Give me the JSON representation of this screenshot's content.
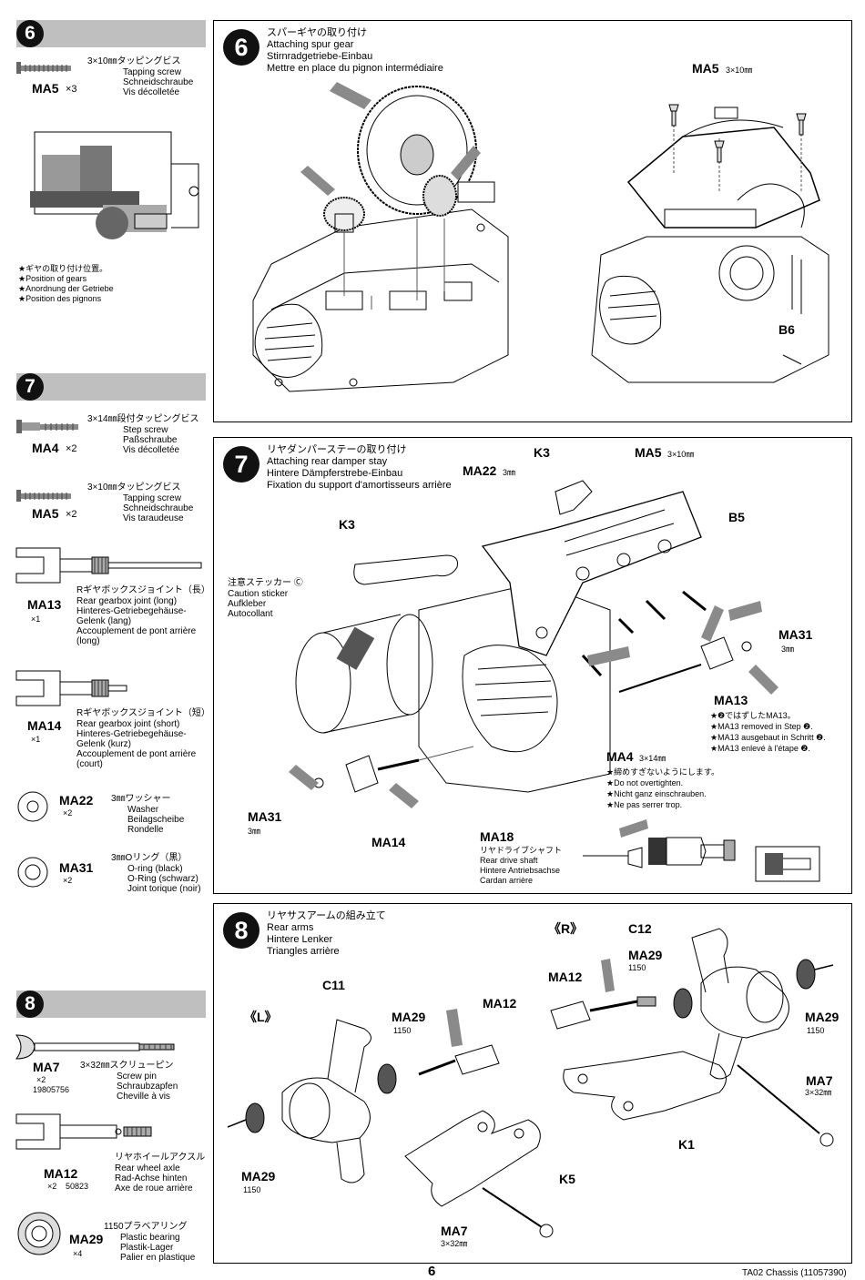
{
  "sidebar": {
    "step6": {
      "number": "6",
      "screw": {
        "jp": "3×10㎜タッピングビス",
        "en": "Tapping screw",
        "de": "Schneidschraube",
        "fr": "Vis décolletée",
        "code": "MA5",
        "qty": "×3"
      },
      "note": [
        "★ギヤの取り付け位置。",
        "★Position of gears",
        "★Anordnung der Getriebe",
        "★Position des pignons"
      ]
    },
    "step7": {
      "number": "7",
      "parts": [
        {
          "code": "MA4",
          "qty": "×2",
          "lines": [
            "3×14㎜段付タッピングビス",
            "Step screw",
            "Paßschraube",
            "Vis décolletée"
          ]
        },
        {
          "code": "MA5",
          "qty": "×2",
          "lines": [
            "3×10㎜タッピングビス",
            "Tapping screw",
            "Schneidschraube",
            "Vis taraudeuse"
          ]
        },
        {
          "code": "MA13",
          "qty": "×1",
          "lines": [
            "Rギヤボックスジョイント（長）",
            "Rear gearbox joint (long)",
            "Hinteres-Getriebegehäuse-",
            "Gelenk (lang)",
            "Accouplement de pont arrière",
            "(long)"
          ]
        },
        {
          "code": "MA14",
          "qty": "×1",
          "lines": [
            "Rギヤボックスジョイント（短）",
            "Rear gearbox joint (short)",
            "Hinteres-Getriebegehäuse-",
            "Gelenk (kurz)",
            "Accouplement de pont arrière",
            "(court)"
          ]
        },
        {
          "code": "MA22",
          "qty": "×2",
          "lines": [
            "3㎜ワッシャー",
            "Washer",
            "Beilagscheibe",
            "Rondelle"
          ]
        },
        {
          "code": "MA31",
          "qty": "×2",
          "lines": [
            "3㎜Oリング（黒）",
            "O-ring (black)",
            "O-Ring (schwarz)",
            "Joint torique (noir)"
          ]
        }
      ]
    },
    "step8": {
      "number": "8",
      "parts": [
        {
          "code": "MA7",
          "qty": "×2",
          "extra": "19805756",
          "lines": [
            "3×32㎜スクリューピン",
            "Screw pin",
            "Schraubzapfen",
            "Cheville à vis"
          ]
        },
        {
          "code": "MA12",
          "qty": "×2",
          "extra": "50823",
          "lines": [
            "リヤホイールアクスル",
            "Rear wheel axle",
            "Rad-Achse hinten",
            "Axe de roue arrière"
          ]
        },
        {
          "code": "MA29",
          "qty": "×4",
          "lines": [
            "1150プラベアリング",
            "Plastic bearing",
            "Plastik-Lager",
            "Palier en plastique"
          ]
        }
      ]
    }
  },
  "panel6": {
    "number": "6",
    "title": [
      "スパーギヤの取り付け",
      "Attaching spur gear",
      "Stirnradgetriebe-Einbau",
      "Mettre en place du pignon intermédiaire"
    ],
    "labels": {
      "ma5": "MA5",
      "ma5_size": "3×10㎜",
      "b6": "B6"
    }
  },
  "panel7": {
    "number": "7",
    "title": [
      "リヤダンパーステーの取り付け",
      "Attaching rear damper stay",
      "Hintere Dämpferstrebe-Einbau",
      "Fixation du support d'amortisseurs arrière"
    ],
    "labels": {
      "k3a": "K3",
      "k3b": "K3",
      "ma22": "MA22",
      "ma22_size": "3㎜",
      "ma5": "MA5",
      "ma5_size": "3×10㎜",
      "b5": "B5",
      "ma31a": "MA31",
      "ma31a_size": "3㎜",
      "ma31b": "MA31",
      "ma31b_size": "3㎜",
      "ma13": "MA13",
      "ma14": "MA14",
      "ma4": "MA4",
      "ma4_size": "3×14㎜",
      "sticker": [
        "注意ステッカー Ⓒ",
        "Caution sticker",
        "Aufkleber",
        "Autocollant"
      ],
      "ma13note": [
        "★❷ではずしたMA13。",
        "★MA13 removed in Step ❷.",
        "★MA13 ausgebaut in Schritt ❷.",
        "★MA13 enlevé à l'étape ❷."
      ],
      "tighten": [
        "★締めすぎないようにします。",
        "★Do not overtighten.",
        "★Nicht ganz einschrauben.",
        "★Ne pas serrer trop."
      ],
      "ma18": "MA18",
      "ma18lines": [
        "リヤドライブシャフト",
        "Rear drive shaft",
        "Hintere Antriebsachse",
        "Cardan arrière"
      ]
    }
  },
  "panel8": {
    "number": "8",
    "title": [
      "リヤサスアームの組み立て",
      "Rear arms",
      "Hintere Lenker",
      "Triangles arrière"
    ],
    "labels": {
      "left": "《L》",
      "right": "《R》",
      "c11": "C11",
      "c12": "C12",
      "k1": "K1",
      "k5": "K5",
      "ma29a": "MA29",
      "ma29a_n": "1150",
      "ma29b": "MA29",
      "ma29b_n": "1150",
      "ma29c": "MA29",
      "ma29c_n": "1150",
      "ma29d": "MA29",
      "ma29d_n": "1150",
      "ma12a": "MA12",
      "ma12b": "MA12",
      "ma7a": "MA7",
      "ma7a_size": "3×32㎜",
      "ma7b": "MA7",
      "ma7b_size": "3×32㎜"
    }
  },
  "footer": {
    "page": "6",
    "doc": "TA02 Chassis (11057390)"
  }
}
